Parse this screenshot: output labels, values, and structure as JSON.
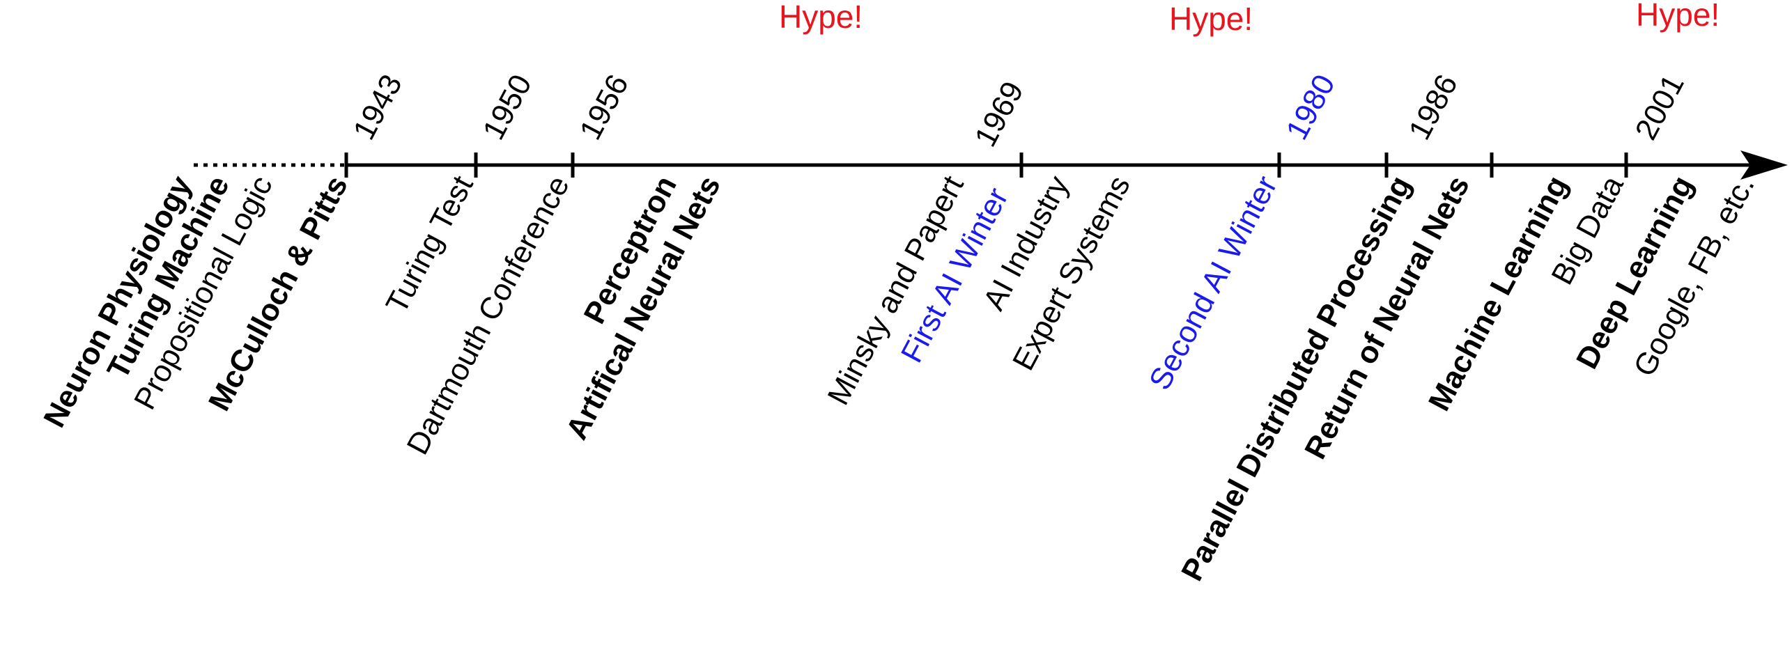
{
  "colors": {
    "axis": "#000000",
    "text": "#000000",
    "hype": "#e8141e",
    "winter": "#1a1aee"
  },
  "hype": [
    {
      "text": "Hype!"
    },
    {
      "text": "Hype!"
    },
    {
      "text": "Hype!"
    }
  ],
  "years": [
    {
      "text": "1943",
      "color": "#000000"
    },
    {
      "text": "1950",
      "color": "#000000"
    },
    {
      "text": "1956",
      "color": "#000000"
    },
    {
      "text": "1969",
      "color": "#000000"
    },
    {
      "text": "1980",
      "color": "#1a1aee"
    },
    {
      "text": "1986",
      "color": "#000000"
    },
    {
      "text": "2001",
      "color": "#000000"
    }
  ],
  "events": [
    {
      "text": "Neuron Physiology",
      "bold": true,
      "color": "#000000"
    },
    {
      "text": "Turing Machine",
      "bold": true,
      "color": "#000000"
    },
    {
      "text": "Propositional Logic",
      "bold": false,
      "color": "#000000"
    },
    {
      "text": "McCulloch & Pitts",
      "bold": true,
      "color": "#000000"
    },
    {
      "text": "Turing Test",
      "bold": false,
      "color": "#000000"
    },
    {
      "text": "Dartmouth Conference",
      "bold": false,
      "color": "#000000"
    },
    {
      "text": "Perceptron",
      "bold": true,
      "color": "#000000"
    },
    {
      "text": "Artifical Neural Nets",
      "bold": true,
      "color": "#000000"
    },
    {
      "text": "Minsky and Papert",
      "bold": false,
      "color": "#000000"
    },
    {
      "text": "First AI Winter",
      "bold": false,
      "color": "#1a1aee"
    },
    {
      "text": "AI Industry",
      "bold": false,
      "color": "#000000"
    },
    {
      "text": "Expert Systems",
      "bold": false,
      "color": "#000000"
    },
    {
      "text": "Second AI Winter",
      "bold": false,
      "color": "#1a1aee"
    },
    {
      "text": "Parallel Distributed Processing",
      "bold": true,
      "color": "#000000"
    },
    {
      "text": "Return of Neural Nets",
      "bold": true,
      "color": "#000000"
    },
    {
      "text": "Machine Learning",
      "bold": true,
      "color": "#000000"
    },
    {
      "text": "Big Data",
      "bold": false,
      "color": "#000000"
    },
    {
      "text": "Deep Learning",
      "bold": true,
      "color": "#000000"
    },
    {
      "text": "Google, FB, etc.",
      "bold": false,
      "color": "#000000"
    }
  ]
}
